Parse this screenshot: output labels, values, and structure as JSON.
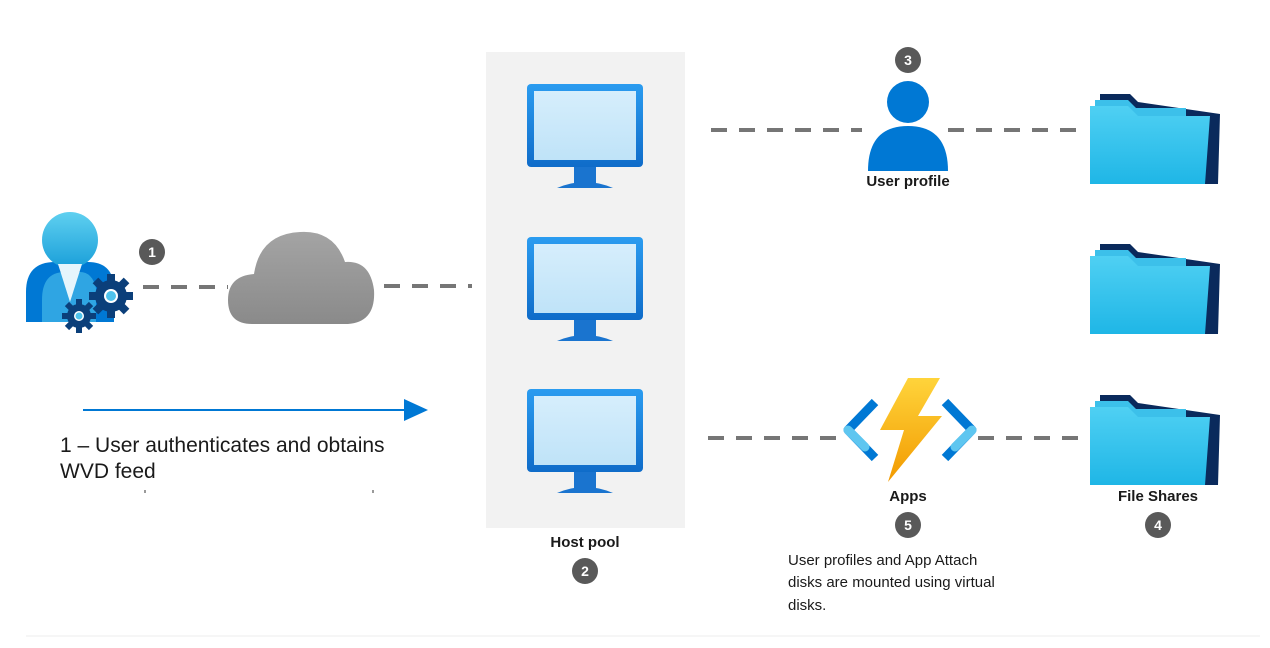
{
  "step1": {
    "badge": "1",
    "caption_line1": "1 – User authenticates and obtains",
    "caption_line2": "WVD feed"
  },
  "host_pool": {
    "label": "Host pool",
    "badge": "2"
  },
  "user_profile": {
    "label": "User profile",
    "badge": "3"
  },
  "file_shares": {
    "label": "File Shares",
    "badge": "4"
  },
  "apps": {
    "label": "Apps",
    "badge": "5",
    "note_line1": "User profiles and App Attach",
    "note_line2": "disks are mounted using virtual",
    "note_line3": "disks."
  },
  "icons": {
    "user": "admin-user-icon",
    "cloud": "cloud-icon",
    "monitor": "monitor-icon",
    "profile": "user-profile-icon",
    "folder": "folder-icon",
    "apps": "azure-functions-icon"
  },
  "colors": {
    "accent": "#0078D4",
    "connector": "#767676",
    "badge": "#595959",
    "lightning": "#FFB900"
  }
}
